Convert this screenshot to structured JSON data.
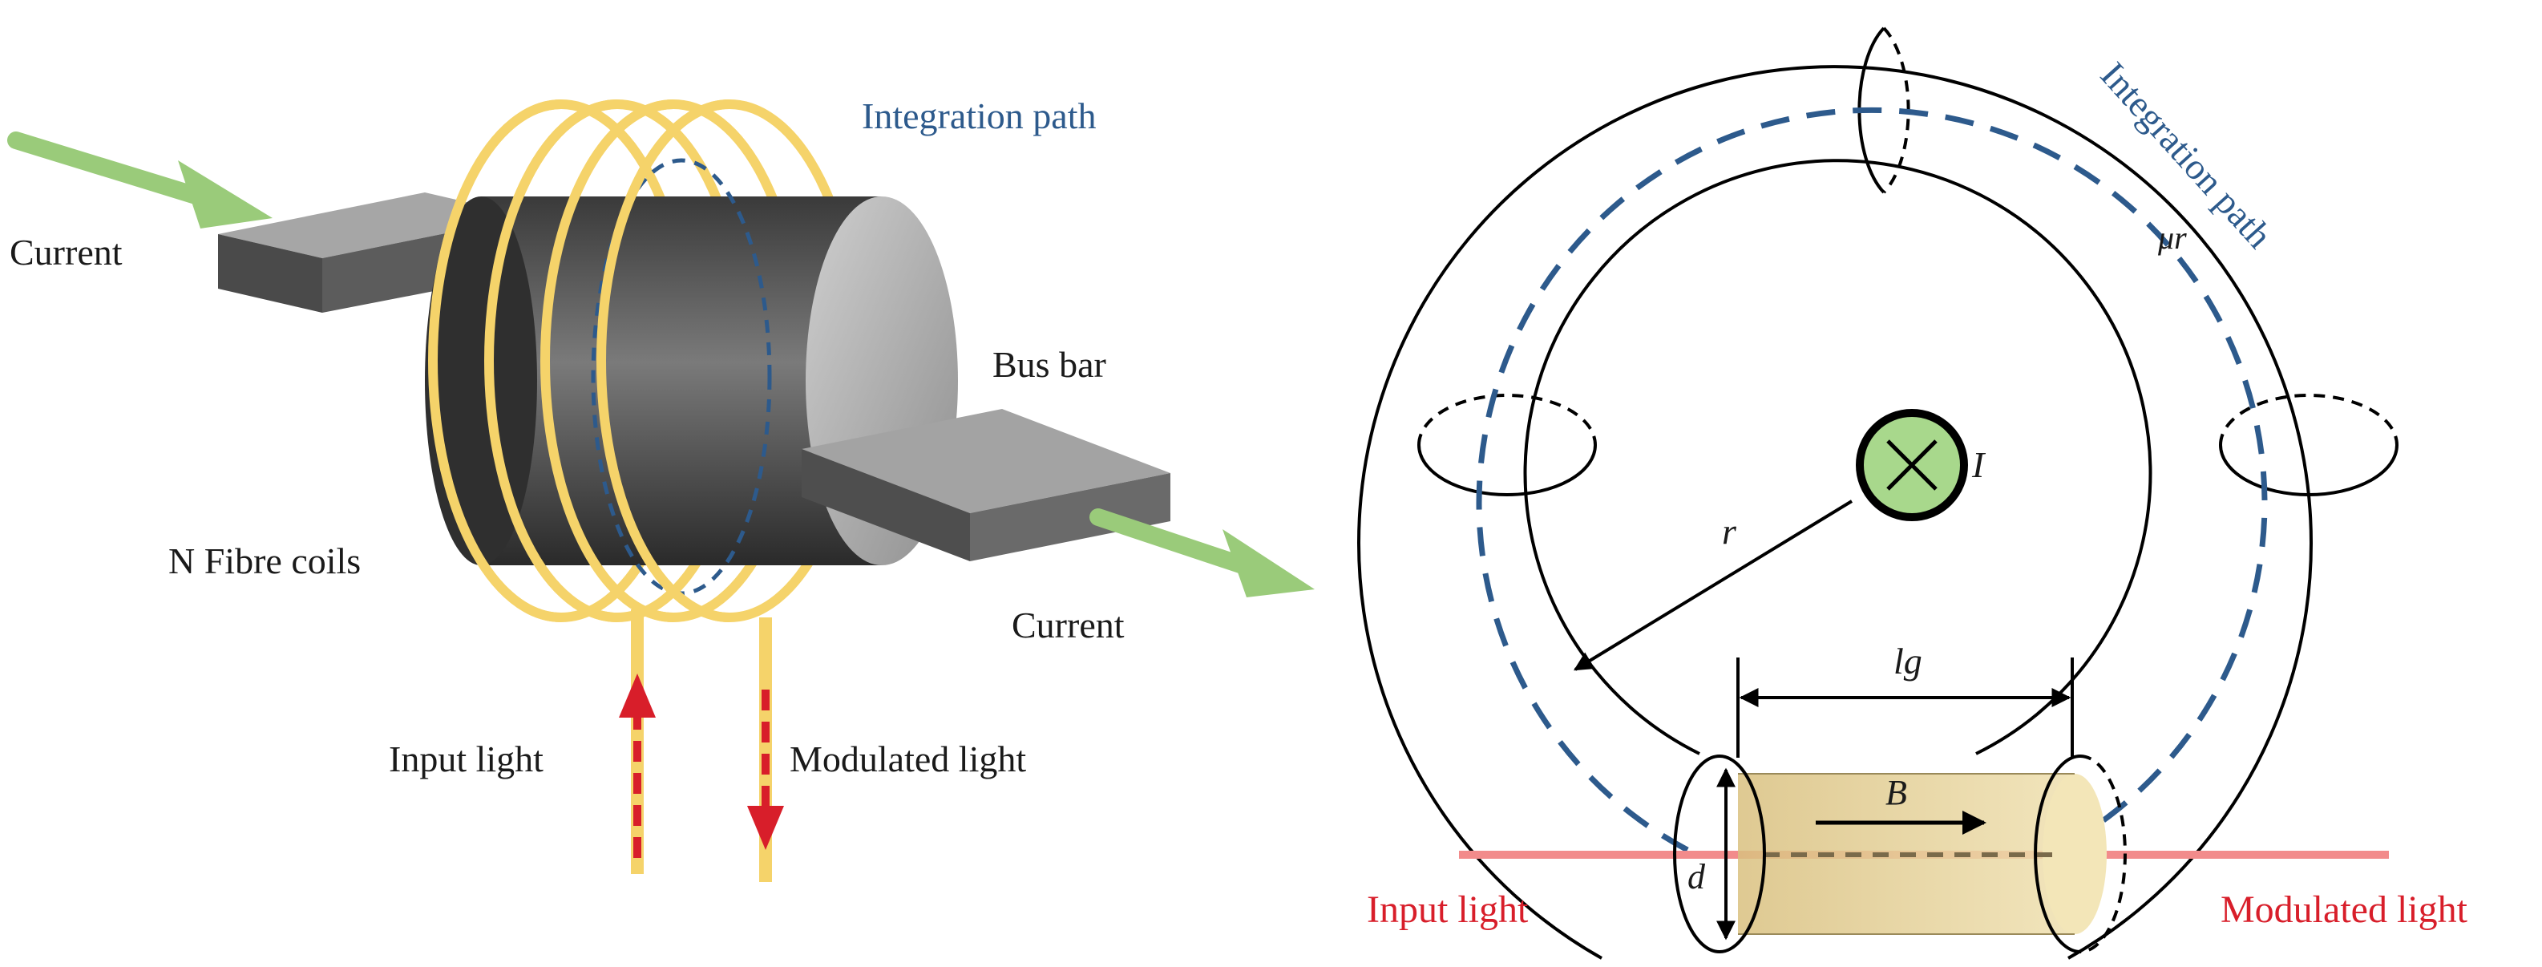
{
  "left_panel": {
    "labels": {
      "current_in": "Current",
      "current_out": "Current",
      "bus_bar": "Bus bar",
      "integration_path": "Integration path",
      "fibre_coils": "N Fibre coils",
      "input_light": "Input light",
      "modulated_light": "Modulated light"
    }
  },
  "right_panel": {
    "labels": {
      "integration_path": "Integration path",
      "mu_r": "μr",
      "current_symbol": "I",
      "radius": "r",
      "gap_length": "lg",
      "field": "B",
      "diameter": "d",
      "input_light": "Input light",
      "modulated_light": "Modulated light"
    }
  },
  "colors": {
    "arrow_green": "#9acb7a",
    "fibre_yellow": "#f5d36a",
    "path_blue": "#2d5a8c",
    "light_red": "#d81e2a",
    "beam_pink": "#f28b8b",
    "sensor_tan": "#e6d4a2",
    "current_circle": "#a8d88c"
  },
  "icons": {
    "current_into_page": "circled-cross-icon"
  }
}
